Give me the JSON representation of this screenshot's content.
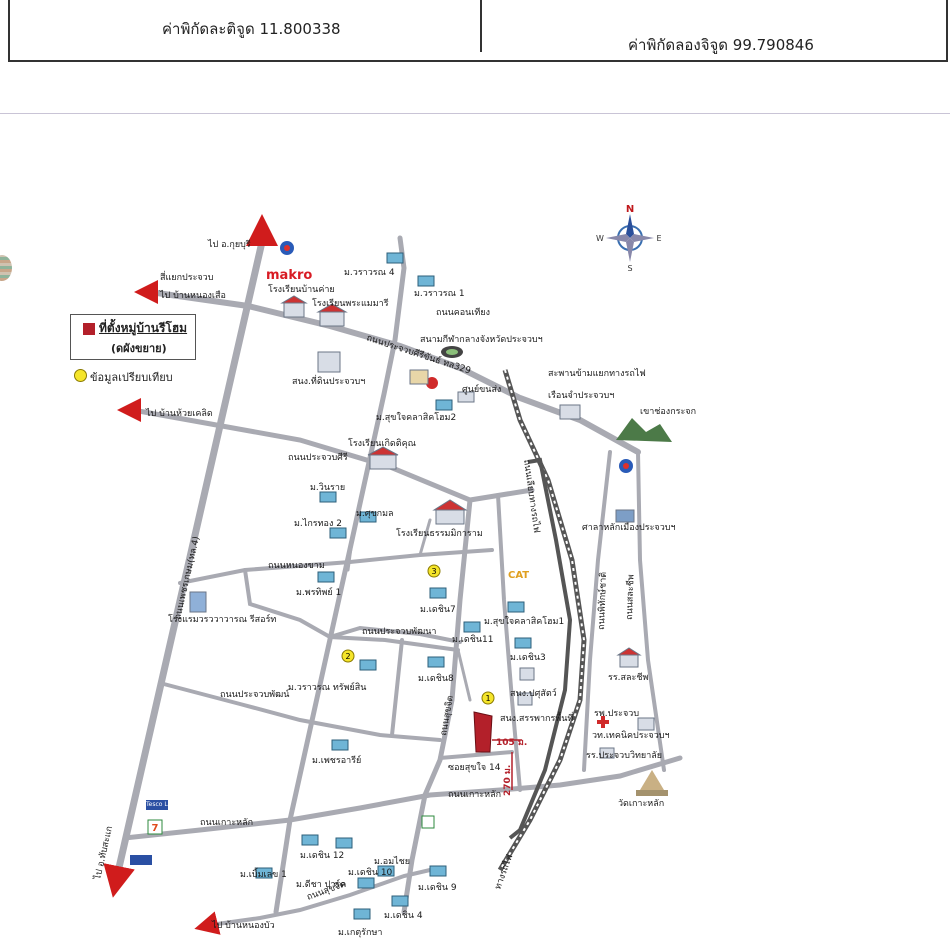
{
  "header": {
    "latitude_text": "ค่าพิกัดละติจูด 11.800338",
    "longitude_text": "ค่าพิกัดลองจิจูด 99.790846"
  },
  "legend": {
    "project_title": "ที่ตั้งหมู่บ้านรีโฮม",
    "project_sub": "(ดผังขยาย)",
    "compare_text": "ข้อมูลเปรียบเทียบ",
    "project_color": "#b3202a",
    "compare_color": "#f5e52a"
  },
  "compass": {
    "n": "N",
    "s": "S",
    "e": "E",
    "w": "W"
  },
  "roads": {
    "to_chumphon": "ไป อ.ทับสะแก",
    "to_kuiburi": "ไป อ.กุยบุรี",
    "to_nongsua": "ไป บ้านหนองเสือ",
    "to_huaikhlot": "ไป บ้านห้วยเคลิด",
    "to_nongbua": "ไป บ้านหนองบัว",
    "intersection": "สี่แยกประจวบ",
    "phetkasem": "ถนนเพชรเกษม(ทล.4)",
    "sirirat": "ถนนประจวบศีรีขันธ์ ทล329",
    "prachuapsiri": "ถนนประจวบศีรี",
    "nongkham": "ถนนหนองขาม",
    "prachuap_phatthana": "ถนนประจวบพัฒนา",
    "prachuap_phatthana2": "ถนนประจวบพัฒน์",
    "kokhlak": "ถนนเกาะหลัก",
    "kokhlak2": "ถนนเกาะหลัก",
    "sukkhachit": "ถนนสุขจิต",
    "sukkhachit2": "ถนนสุขจิต",
    "soi14": "ซอยสุขใจ 14",
    "naikhlong": "ถนนคอนเทียง",
    "railway": "ทางรถไฟ",
    "rail_label": "ถนนเลียบทางรถไฟ",
    "dist_105": "105 ม.",
    "dist_270": "270 ม.",
    "phithak_chat": "ถนนพิทักษ์ชาติ",
    "salachip": "ถนนสละชีพ",
    "bridge": "สะพานข้ามแยกทางรถไฟ",
    "station": "เรือนจำประจวบฯ"
  },
  "places": {
    "makro": "makro",
    "school_nearcamp": "โรงเรียนบ้านค่าย",
    "school_phramae": "โรงเรียนพระแมมารี",
    "land_office": "สนง.ที่ดินประจวบฯ",
    "stadium": "สนามกีฬากลางจังหวัดประจวบฯ",
    "market": "ศูนย์ขนส่ง",
    "school_kitikun": "โรงเรียนเกิดติคุณ",
    "school_thamma": "โรงเรียนธรรมมิการาม",
    "hotel": "โรงแรมวรววาวารณ รีสอร์ท",
    "khao_chong_krajok": "เขาช่องกระจก",
    "city_hall": "ศาลาหลักเมืองประจวบฯ",
    "hospital": "รพ.ประจวบ",
    "tech_college": "วท.เทคนิคประจวบฯ",
    "school_wittaya": "รร.ประจวบวิทยาลัย",
    "wat": "วัดเกาะหลัก",
    "school_salachip": "รร.สละชีพ",
    "post_office": "สนง.ปศุสัตว์",
    "revenue_office": "สนง.สรรพากรพื้นที่",
    "cat": "CAT",
    "seven": "7",
    "tesco": "Tesco Lotus"
  },
  "villages": {
    "warawan4": "ม.วราวรณ 4",
    "warawan1": "ม.วราวรณ 1",
    "sukchai2": "ม.สุขใจคลาสิคโฮม2",
    "winrai": "ม.วินราย",
    "sukmai": "ม.ศุขกมล",
    "kaithong2": "ม.ไกรทอง 2",
    "pornthip1": "ม.พรทิพย์ 1",
    "dechin7": "ม.เดชิน7",
    "sukchai1": "ม.สุขใจคลาสิคโฮม1",
    "dechin11": "ม.เดชิน11",
    "dechin3": "ม.เดชิน3",
    "dechin8": "ม.เดชิน8",
    "warawan_subsin": "ม.วราวรณ ทรัพย์สิน",
    "petchrawari": "ม.เพชรอารีย์",
    "dechin12": "ม.เดชิน 12",
    "dechin10": "ม.เดชิน 10",
    "amchai": "ม.อมไชย",
    "bimlaek": "ม.เบิ้มเลข 1",
    "thaya": "ม.ดีชา ปาร์ค",
    "dechin9": "ม.เดชิน 9",
    "dechin4": "ม.เดชิน 4",
    "ketkaset": "ม.เกตุรักษา"
  },
  "markers": [
    "1",
    "2",
    "3"
  ]
}
